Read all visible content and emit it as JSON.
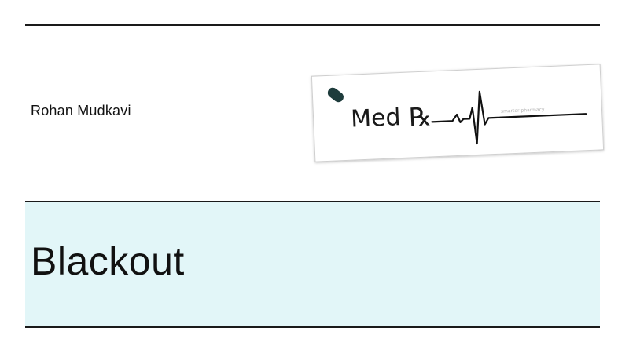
{
  "document": {
    "author": "Rohan Mudkavi",
    "title": "Blackout"
  },
  "logo": {
    "brand": "Med",
    "symbol": "℞",
    "tagline": "smarter pharmacy",
    "pill_color": "#1e3c3c"
  },
  "colors": {
    "banner": "#e2f6f8",
    "rule": "#1a1a1a"
  }
}
